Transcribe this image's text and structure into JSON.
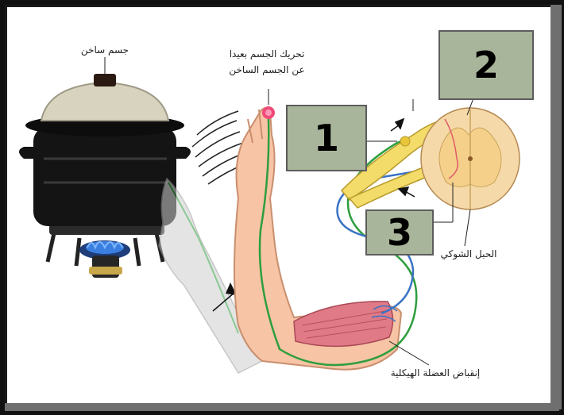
{
  "labels": {
    "hot_body": "جسم ساخن",
    "move_away_line1": "تحريك الجسم بعيدا",
    "move_away_line2": "عن الجسم الساخن",
    "spinal_cord": "الحبل الشوكي",
    "muscle_contraction": "إنقباض العضلة الهيكلية"
  },
  "boxes": {
    "box_1": "1",
    "box_2": "2",
    "box_3": "3"
  },
  "colors": {
    "box_fill": "#a9b59a",
    "skin": "#f7c4a5",
    "muscle": "#e07a86",
    "sensory_nerve": "#2e9e3e",
    "motor_nerve": "#3a73c4",
    "spinal_gray": "#f4d08a",
    "pot": "#1a1a1a",
    "flame": "#2a6fd6"
  }
}
